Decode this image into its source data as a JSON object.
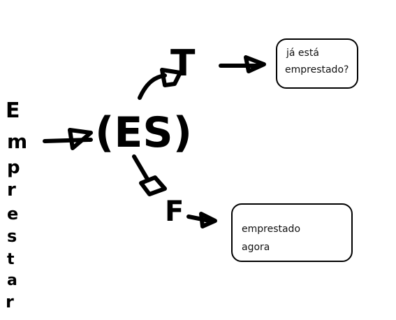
{
  "side_word": {
    "letters": [
      "E",
      "m",
      "p",
      "r",
      "e",
      "s",
      "t",
      "a",
      "r"
    ]
  },
  "center_node": {
    "label": "(ES)"
  },
  "branch_true": {
    "label": "T",
    "box_lines": [
      "já está",
      "emprestado?"
    ]
  },
  "branch_false": {
    "label": "F",
    "box_lines": [
      "emprestado",
      "agora"
    ]
  }
}
